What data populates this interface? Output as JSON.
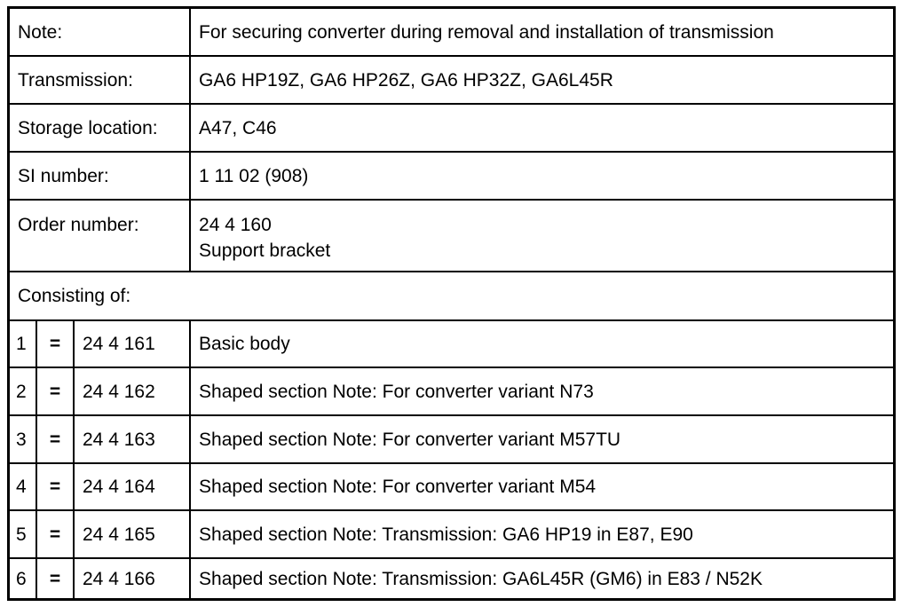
{
  "info": {
    "note": {
      "label": "Note:",
      "value": "For securing converter during removal and installation of transmission"
    },
    "transmission": {
      "label": "Transmission:",
      "value": "GA6 HP19Z, GA6 HP26Z, GA6 HP32Z, GA6L45R"
    },
    "storage": {
      "label": "Storage location:",
      "value": "A47, C46"
    },
    "si": {
      "label": "SI number:",
      "value": "1 11 02 (908)"
    },
    "order": {
      "label": "Order number:",
      "number": "24 4 160",
      "description": "Support bracket"
    }
  },
  "consisting": {
    "label": "Consisting of:",
    "parts": [
      {
        "index": "1",
        "eq": "=",
        "part_no": "24 4 161",
        "description": "Basic body"
      },
      {
        "index": "2",
        "eq": "=",
        "part_no": "24 4 162",
        "description": "Shaped section Note: For converter variant N73"
      },
      {
        "index": "3",
        "eq": "=",
        "part_no": "24 4 163",
        "description": "Shaped section Note: For converter variant M57TU"
      },
      {
        "index": "4",
        "eq": "=",
        "part_no": "24 4 164",
        "description": "Shaped section Note: For converter variant M54"
      },
      {
        "index": "5",
        "eq": "=",
        "part_no": "24 4 165",
        "description": "Shaped section Note: Transmission: GA6 HP19 in E87, E90"
      },
      {
        "index": "6",
        "eq": "=",
        "part_no": "24 4 166",
        "description": "Shaped section Note: Transmission: GA6L45R (GM6) in E83 / N52K"
      }
    ]
  }
}
